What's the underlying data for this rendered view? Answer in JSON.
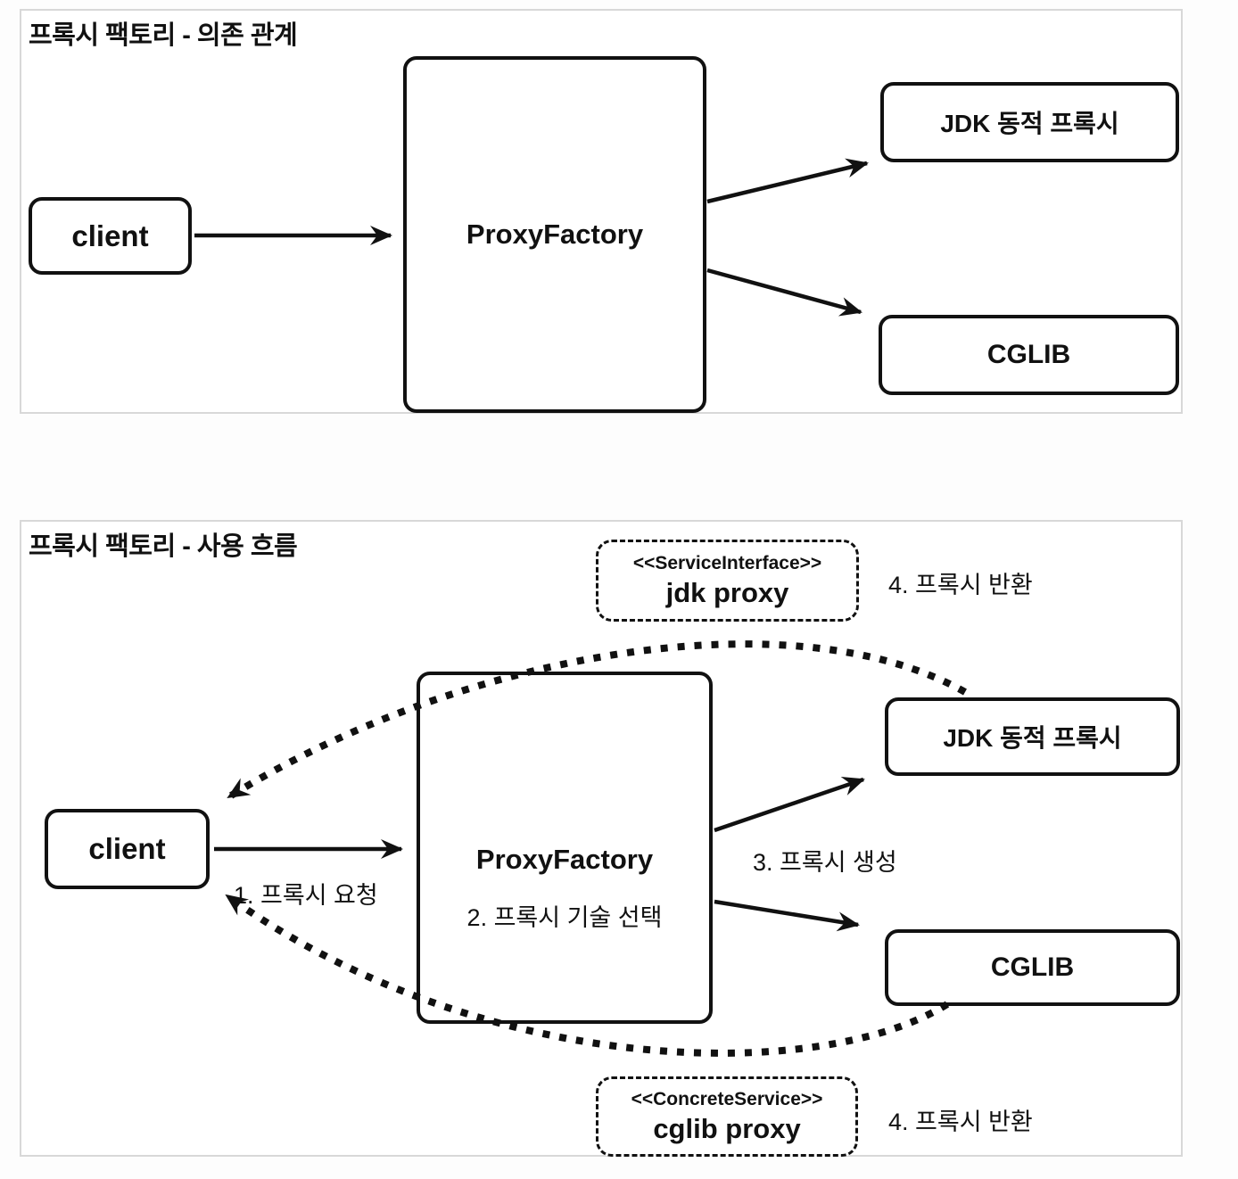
{
  "page": {
    "ink_color": "#111111",
    "panel_border_color": "#d8d8d8",
    "background_color": "#ffffff"
  },
  "panel1": {
    "title": "프록시 팩토리 - 의존 관계",
    "client_label": "client",
    "proxy_factory_label": "ProxyFactory",
    "jdk_label": "JDK 동적 프록시",
    "cglib_label": "CGLIB"
  },
  "panel2": {
    "title": "프록시 팩토리 - 사용 흐름",
    "client_label": "client",
    "proxy_factory_label": "ProxyFactory",
    "jdk_label": "JDK 동적 프록시",
    "cglib_label": "CGLIB",
    "jdk_proxy_stereotype": "<<ServiceInterface>>",
    "jdk_proxy_name": "jdk proxy",
    "cglib_proxy_stereotype": "<<ConcreteService>>",
    "cglib_proxy_name": "cglib proxy",
    "step1_label": "1. 프록시 요청",
    "step2_label": "2. 프록시 기술 선택",
    "step3_label": "3. 프록시 생성",
    "step4_top_label": "4. 프록시 반환",
    "step4_bottom_label": "4. 프록시 반환"
  }
}
